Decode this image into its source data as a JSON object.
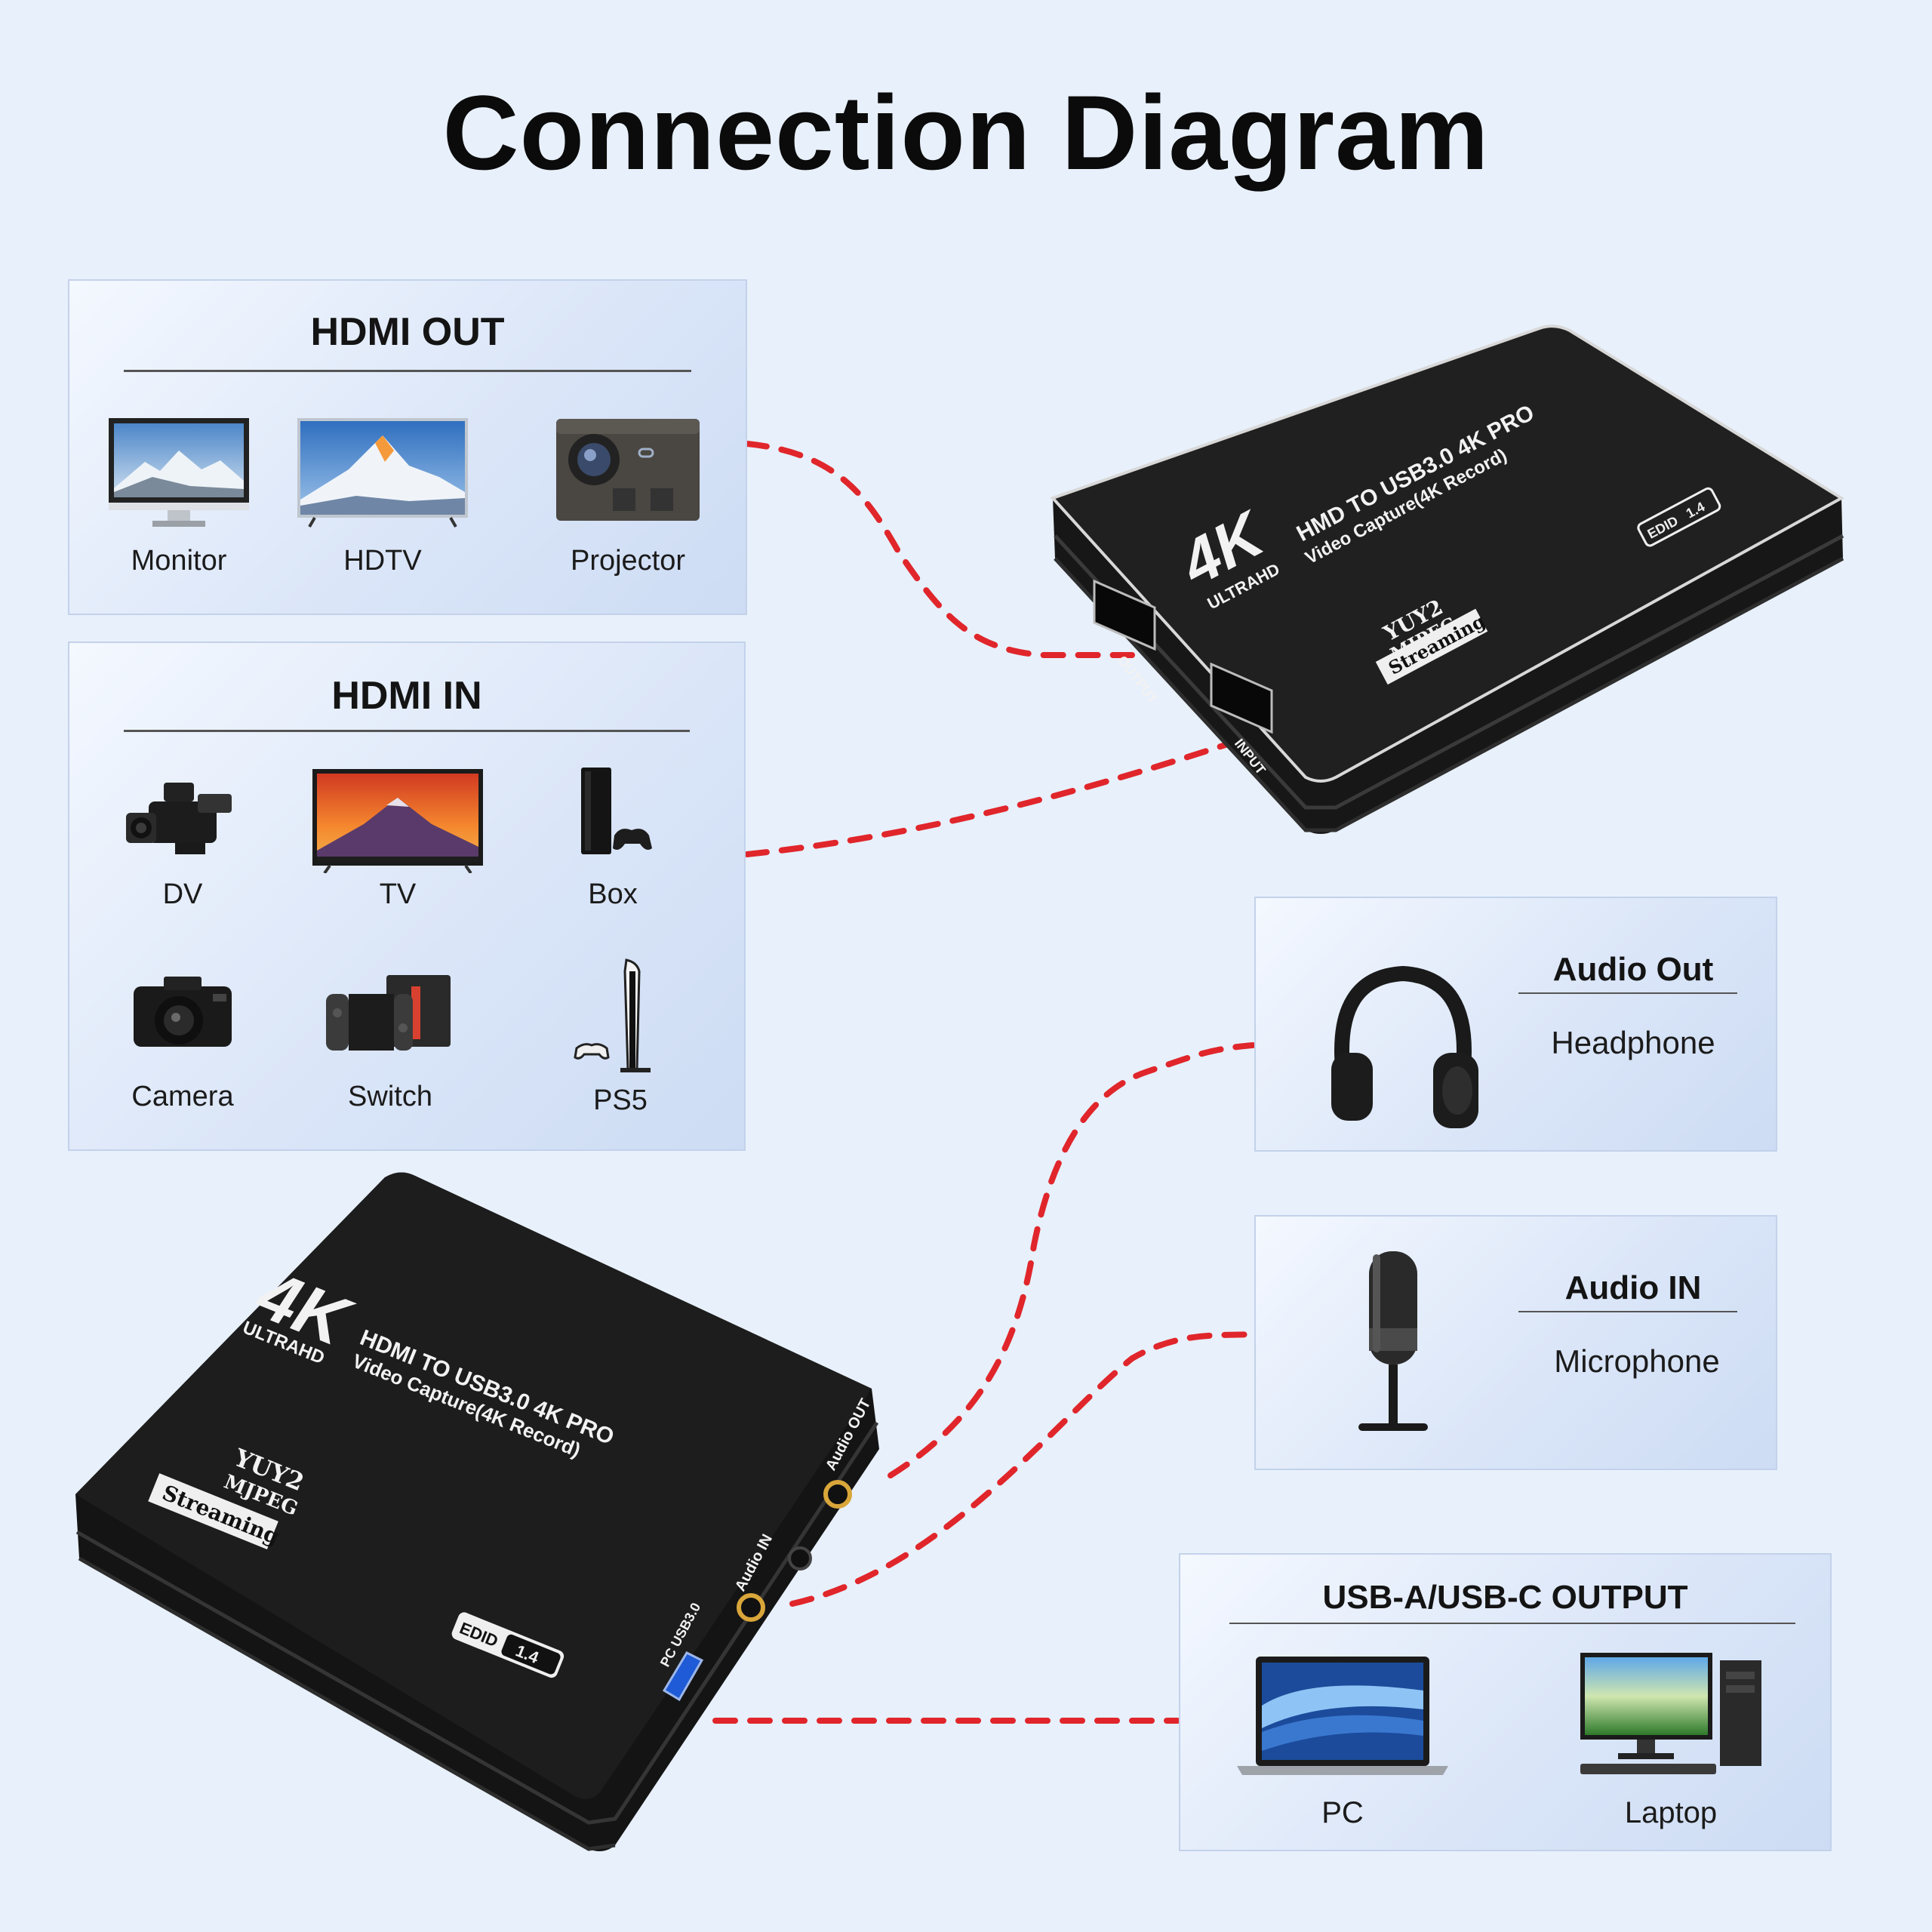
{
  "title": "Connection Diagram",
  "panels": {
    "hdmi_out": {
      "heading": "HDMI OUT",
      "items": [
        "Monitor",
        "HDTV",
        "Projector"
      ]
    },
    "hdmi_in": {
      "heading": "HDMI IN",
      "items": [
        "DV",
        "TV",
        "Box",
        "Camera",
        "Switch",
        "PS5"
      ]
    },
    "audio_out": {
      "heading": "Audio Out",
      "item": "Headphone"
    },
    "audio_in": {
      "heading": "Audio IN",
      "item": "Microphone"
    },
    "usb_output": {
      "heading": "USB-A/USB-C OUTPUT",
      "items": [
        "PC",
        "Laptop"
      ]
    }
  },
  "device_top": {
    "badge": "4K",
    "badge_sub": "ULTRAHD",
    "model_line1": "HMD TO USB3.0 4K PRO",
    "model_line2": "Video Capture(4K Record)",
    "format1": "YUY2",
    "format2": "MJPEG",
    "format3": "Streaming",
    "edid": "EDID",
    "edid_ver": "1.4",
    "port_output": "OUTPUT",
    "port_input": "INPUT"
  },
  "device_bottom": {
    "badge": "4K",
    "badge_sub": "ULTRAHD",
    "model_line1": "HDMI TO USB3.0 4K PRO",
    "model_line2": "Video Capture(4K Record)",
    "format1": "YUY2",
    "format2": "MJPEG",
    "format3": "Streaming",
    "edid": "EDID",
    "edid_ver": "1.4",
    "port_audio_out": "Audio OUT",
    "port_audio_in": "Audio IN",
    "port_usb": "PC USB3.0"
  },
  "colors": {
    "background": "#e8f0fb",
    "connector": "#e0262b",
    "device_body": "#141414"
  }
}
